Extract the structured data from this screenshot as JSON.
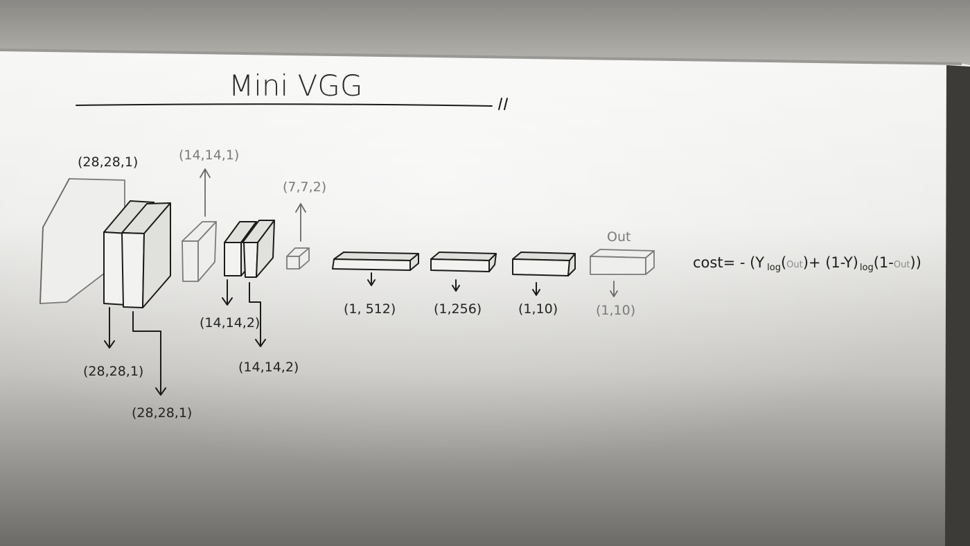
{
  "title": "Mini VGG",
  "input_shape": "(28,28,1)",
  "conv1_out_a": "(28,28,1)",
  "conv1_out_b": "(28,28,1)",
  "pool1_shape": "(14,14,1)",
  "conv2_out_a": "(14,14,2)",
  "conv2_out_b": "(14,14,2)",
  "pool2_shape": "(7,7,2)",
  "dense1_shape": "(1, 512)",
  "dense2_shape": "(1,256)",
  "dense3_shape": "(1,10)",
  "out_label": "Out",
  "out_shape": "(1,10)",
  "cost": {
    "prefix": "cost= - (",
    "y": "Y",
    "log1": "log",
    "out1": "Out",
    "mid": "+ (1-Y)",
    "log2": "log",
    "open2": "(1-",
    "out2": "Out",
    "close": "))"
  },
  "colors": {
    "board": "#f4f4f2",
    "ink": "#1b1b1b",
    "faded_ink": "#7a7a7a"
  }
}
